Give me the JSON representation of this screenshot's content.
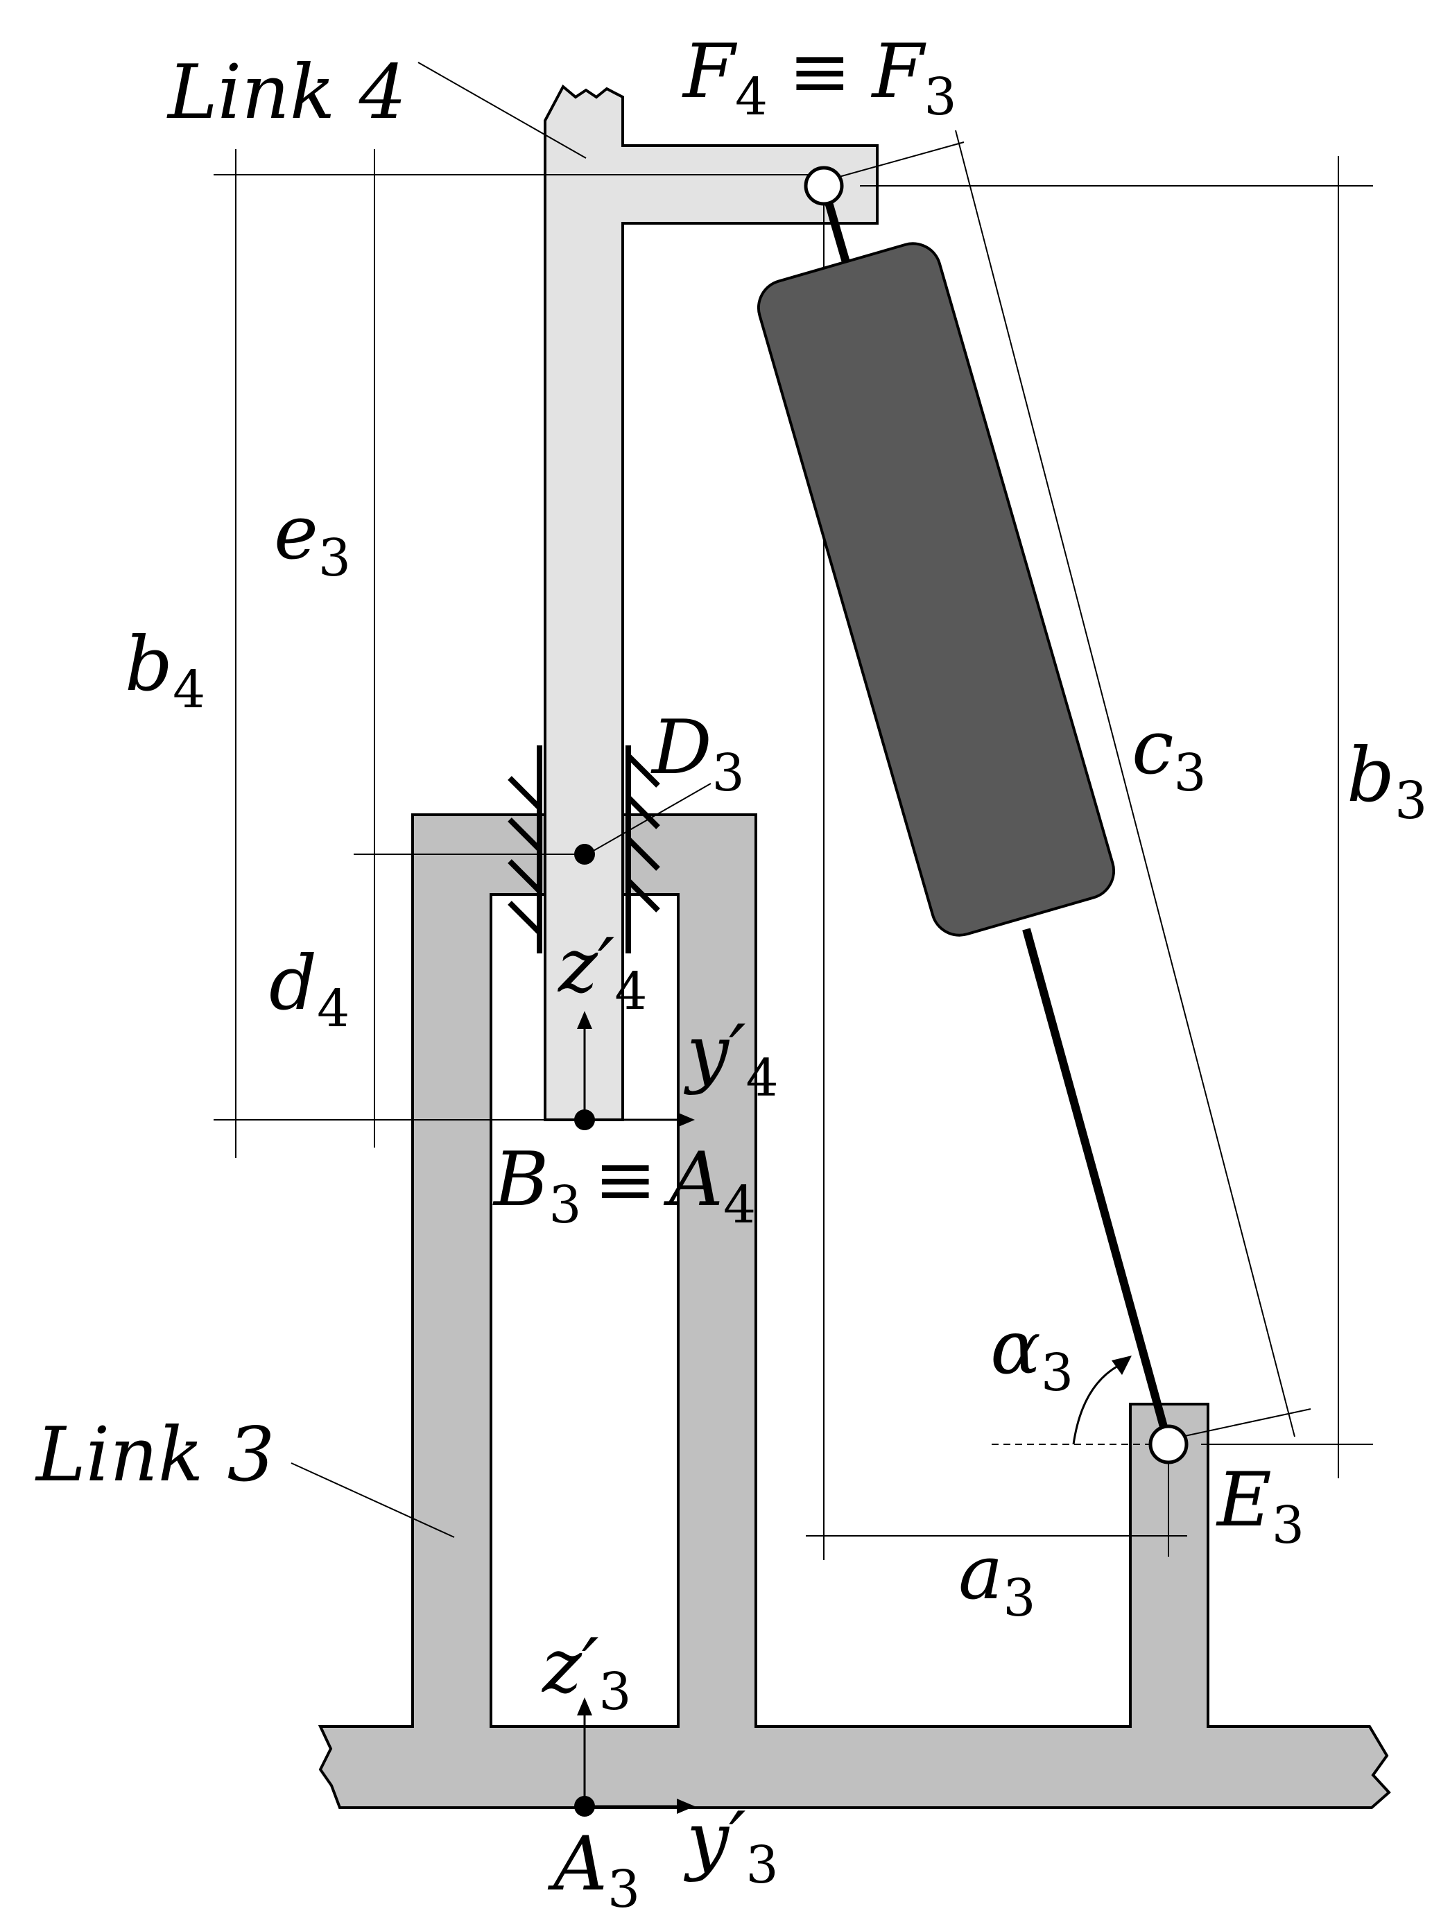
{
  "labels": {
    "link4": "Link 4",
    "link3": "Link 3",
    "F4": "F",
    "F4_sub": "4",
    "equiv_top": "≡",
    "F3": "F",
    "F3_sub": "3",
    "e3": "e",
    "e3_sub": "3",
    "b4": "b",
    "b4_sub": "4",
    "D3": "D",
    "D3_sub": "3",
    "d4": "d",
    "d4_sub": "4",
    "z4": "z′",
    "z4_sub": "4",
    "y4": "y′",
    "y4_sub": "4",
    "B3": "B",
    "B3_sub": "3",
    "equiv_mid": "≡",
    "A4": "A",
    "A4_sub": "4",
    "c3": "c",
    "c3_sub": "3",
    "b3": "b",
    "b3_sub": "3",
    "alpha3": "α",
    "alpha3_sub": "3",
    "E3": "E",
    "E3_sub": "3",
    "a3": "a",
    "a3_sub": "3",
    "z3": "z′",
    "z3_sub": "3",
    "A3": "A",
    "A3_sub": "3",
    "y3": "y′",
    "y3_sub": "3"
  },
  "colors": {
    "link4_fill": "#e3e3e3",
    "link3_fill": "#c0c0c0",
    "cylinder_fill": "#595959",
    "stroke": "#000000",
    "background": "#ffffff"
  }
}
